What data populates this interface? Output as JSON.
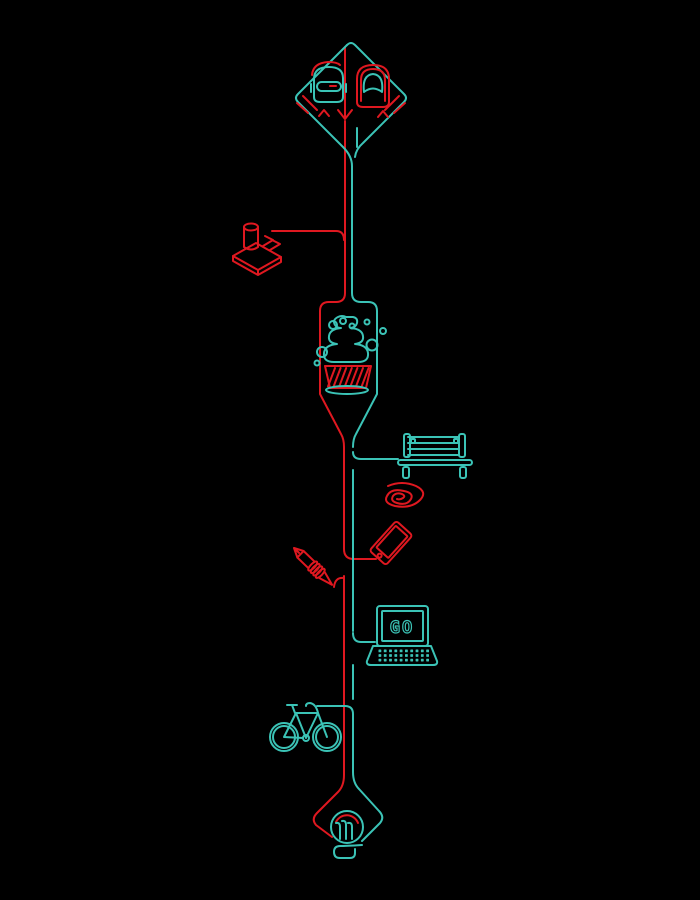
{
  "palette": {
    "background": "#000000",
    "red": "#df1820",
    "teal": "#3bc3b6"
  },
  "laptop": {
    "screen_text": "GO",
    "keyboard_rows": 3,
    "keyboard_cols": 10
  },
  "icecream": {
    "hatch_count": 7
  },
  "icons": [
    {
      "name": "robot-helmets-sign",
      "description": "diamond sign with two robot helmets and down arrow",
      "colors": [
        "teal",
        "red"
      ]
    },
    {
      "name": "stamp-cylinder",
      "description": "isometric cylinder on plate with double chevrons",
      "colors": [
        "red"
      ]
    },
    {
      "name": "soft-serve-ice-cream",
      "description": "soft serve swirl in hatched cup with bubbles",
      "colors": [
        "teal",
        "red"
      ]
    },
    {
      "name": "park-bench",
      "description": "slatted park bench",
      "colors": [
        "teal"
      ]
    },
    {
      "name": "smartphone-tornado",
      "description": "tilted smartphone with tornado spiral",
      "colors": [
        "red"
      ]
    },
    {
      "name": "fountain-pen",
      "description": "fountain pen with coil spring",
      "colors": [
        "red"
      ]
    },
    {
      "name": "laptop",
      "description": "laptop with GO on screen",
      "colors": [
        "teal"
      ]
    },
    {
      "name": "bicycle",
      "description": "bicycle",
      "colors": [
        "teal"
      ]
    },
    {
      "name": "light-bulb",
      "description": "light bulb inside diamond terminus",
      "colors": [
        "teal",
        "red"
      ]
    }
  ]
}
